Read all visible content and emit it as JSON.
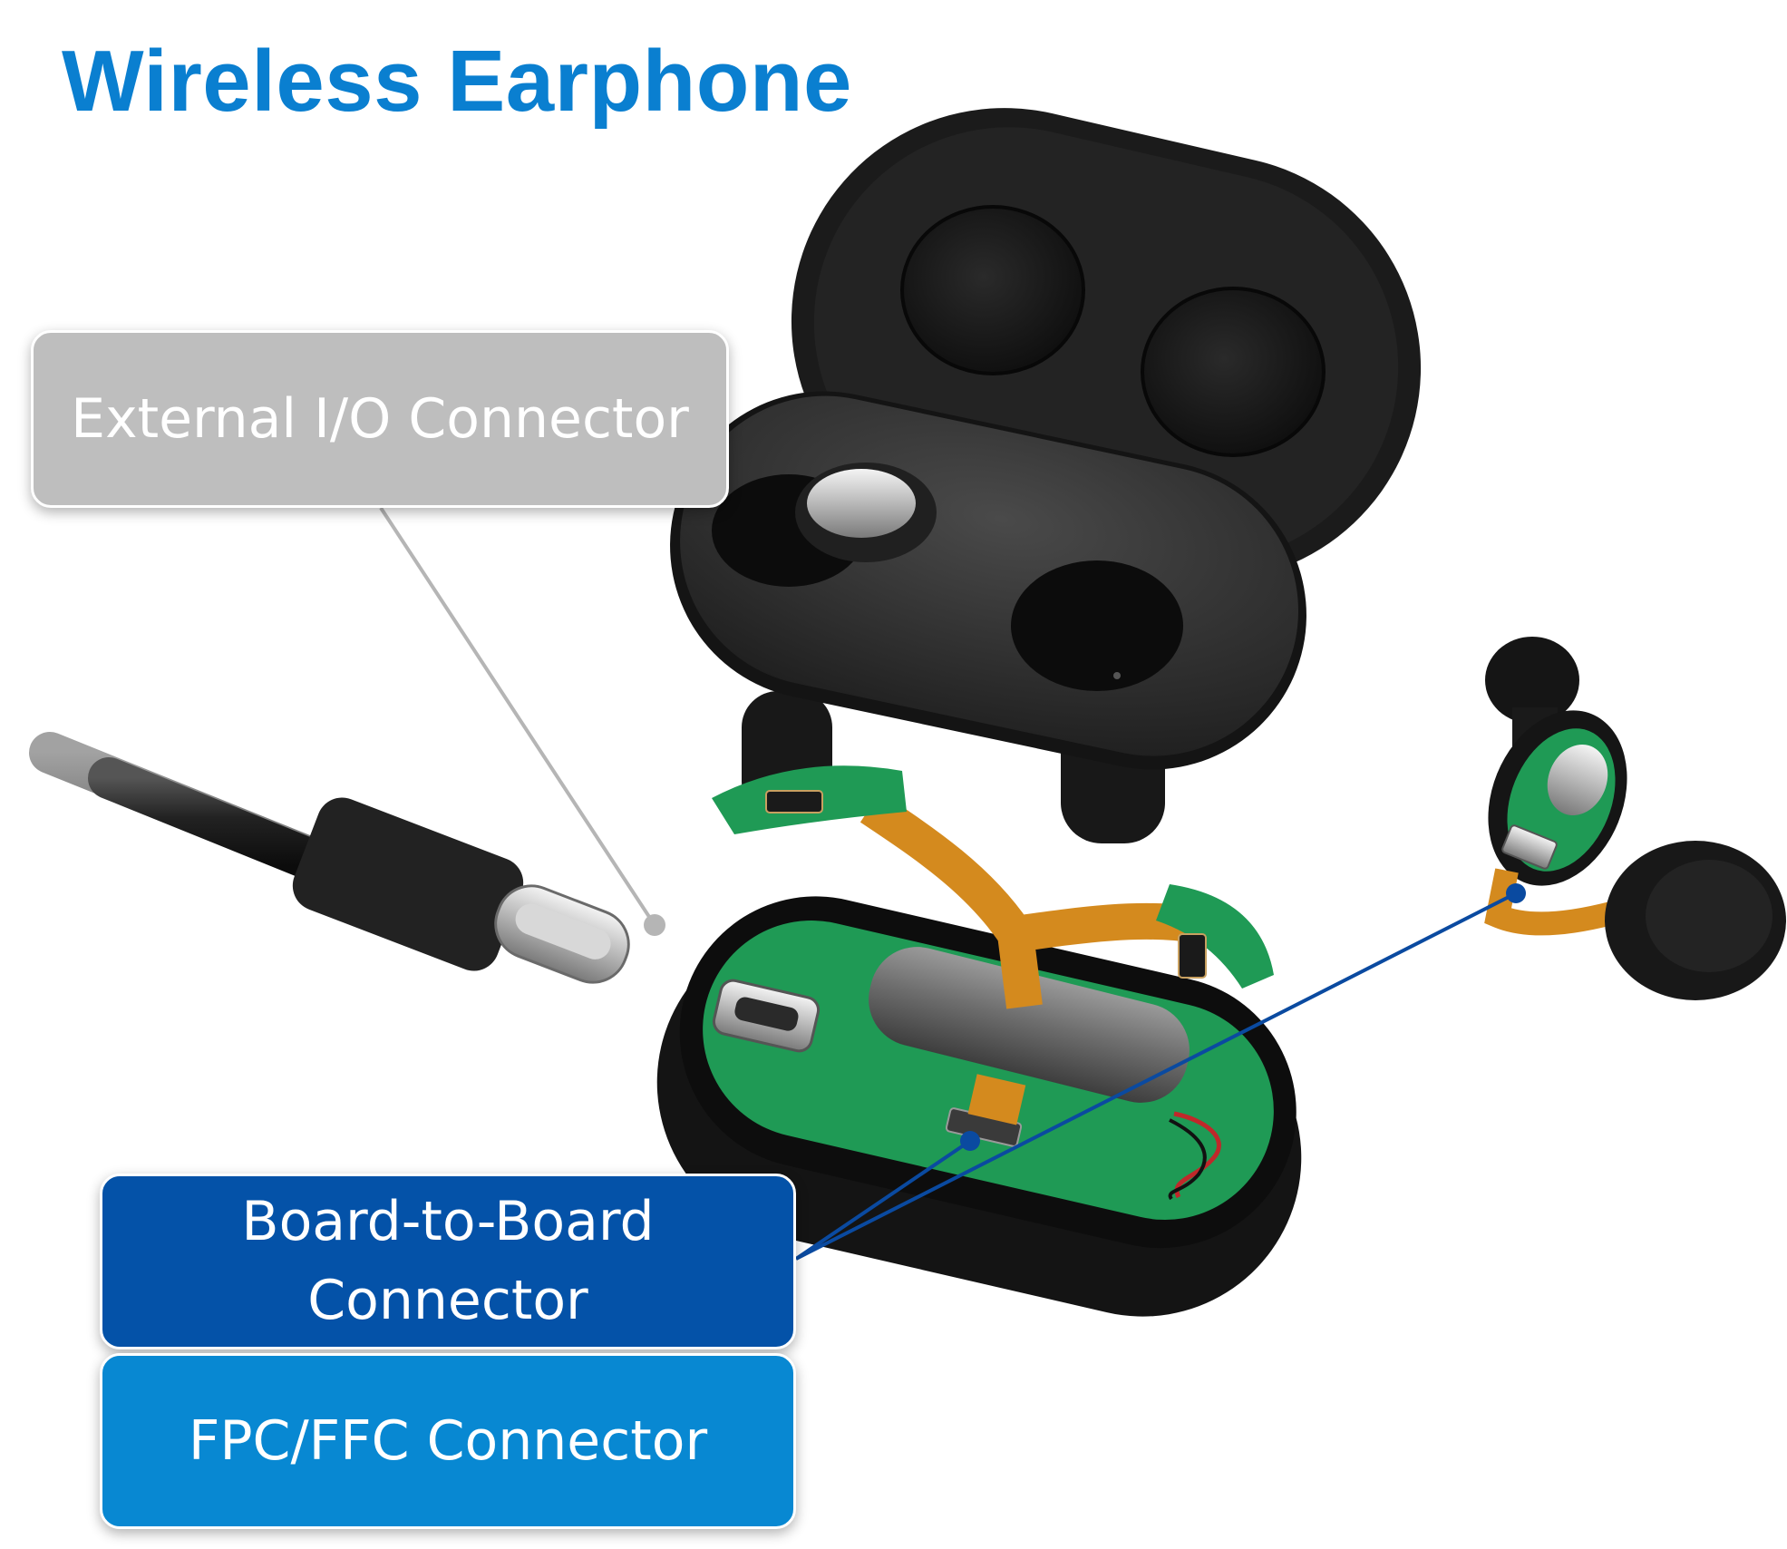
{
  "title": "Wireless Earphone",
  "callouts": {
    "external_io": "External I/O Connector",
    "board_to_board": "Board-to-Board\nConnector",
    "fpc_ffc": "FPC/FFC Connector"
  },
  "colors": {
    "title": "#0a7fd0",
    "external_io_box": "#bebebe",
    "board_to_board_box": "#0452a8",
    "fpc_ffc_box": "#0888d2",
    "leader_gray": "#b5b5b5",
    "leader_blue": "#0a4aa0",
    "case_black": "#1c1c1c",
    "pcb_green": "#1f9a55",
    "flex_orange": "#d48a1e"
  }
}
